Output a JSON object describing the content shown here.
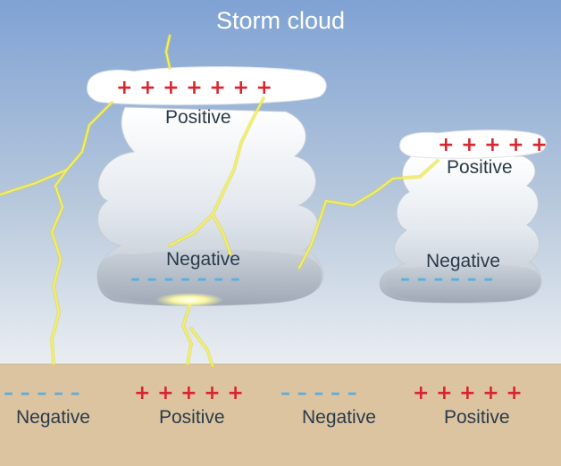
{
  "title": "Storm cloud",
  "colors": {
    "sky_top": "#86a8d6",
    "sky_bottom": "#e8edf2",
    "ground": "#dcc4a0",
    "positive": "#d9232e",
    "negative": "#5aaee0",
    "lightning": "#f3ee3a"
  },
  "clouds": [
    {
      "top_label": "Positive",
      "bottom_label": "Negative",
      "top_signs": "+ + + + + + +",
      "bottom_signs": "– – – – – – –"
    },
    {
      "top_label": "Positive",
      "bottom_label": "Negative",
      "top_signs": "+ + + + +",
      "bottom_signs": "– – – – – –"
    }
  ],
  "ground_regions": [
    {
      "label": "Negative",
      "signs": "– – – – –"
    },
    {
      "label": "Positive",
      "signs": "+ + + + +"
    },
    {
      "label": "Negative",
      "signs": "– – – – –"
    },
    {
      "label": "Positive",
      "signs": "+ + + + +"
    }
  ]
}
